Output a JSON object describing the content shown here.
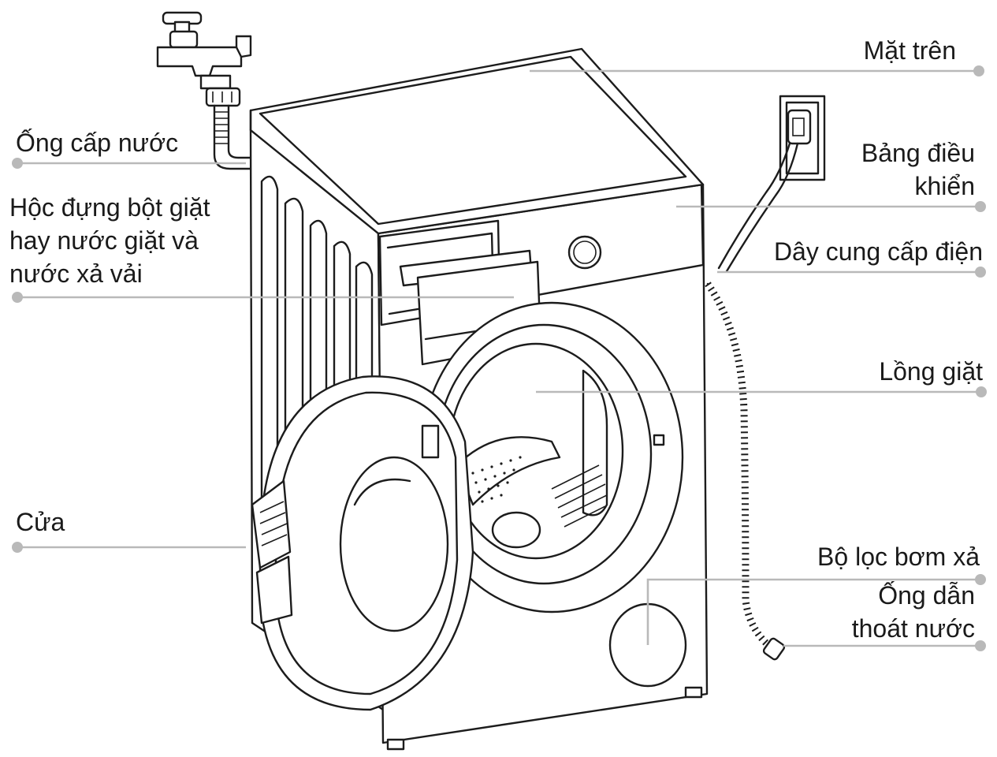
{
  "labels": {
    "mat_tren": "Mặt trên",
    "ong_cap_nuoc": "Ống cấp nước",
    "bang_dieu_khien_1": "Bảng điều",
    "bang_dieu_khien_2": "khiển",
    "hoc_dung_1": "Hộc đựng bột giặt",
    "hoc_dung_2": "hay nước giặt và",
    "hoc_dung_3": "nước xả vải",
    "day_cung_cap_dien": "Dây cung cấp điện",
    "long_giat": "Lồng giặt",
    "cua": "Cửa",
    "bo_loc_bom_xa": "Bộ lọc bơm xả",
    "ong_dan_1": "Ống dẫn",
    "ong_dan_2": "thoát nước"
  },
  "colors": {
    "ink": "#1c1c1c",
    "leader": "#b9b9b9",
    "text": "#1a1a1a"
  }
}
